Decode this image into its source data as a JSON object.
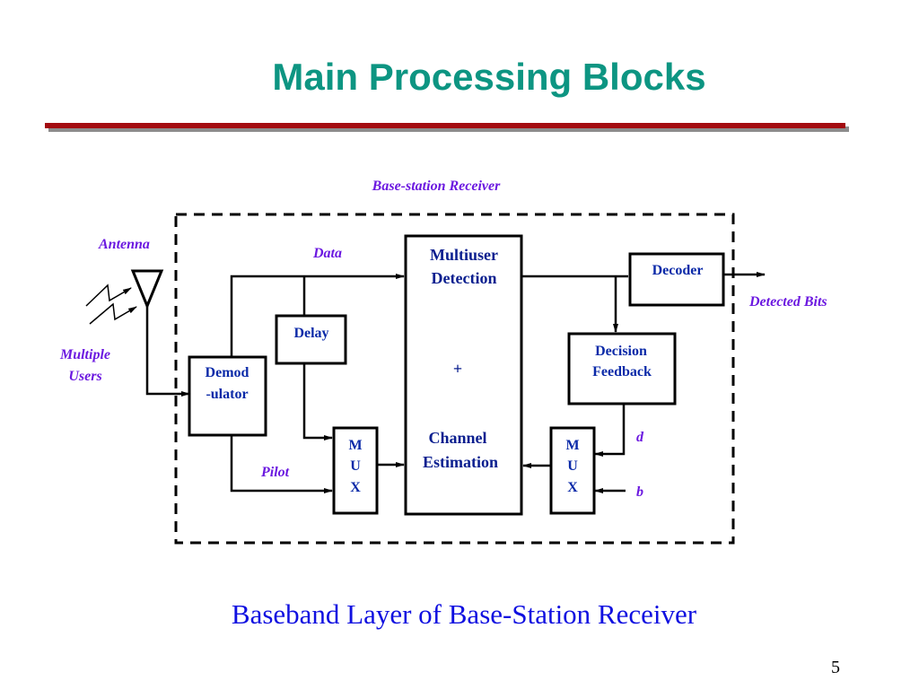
{
  "slide": {
    "title": "Main Processing Blocks",
    "caption": "Baseband Layer of Base-Station Receiver",
    "page_number": "5",
    "colors": {
      "title": "#0d9582",
      "rule": "#a30b10",
      "label": "#6b18e0",
      "block_text": "#0b2aa8",
      "caption": "#1010e0"
    }
  },
  "diagram": {
    "container_label": "Base-station Receiver",
    "labels": {
      "antenna": "Antenna",
      "multiple_users_1": "Multiple",
      "multiple_users_2": "Users",
      "data": "Data",
      "pilot": "Pilot",
      "detected_bits": "Detected Bits",
      "d": "d",
      "b": "b"
    },
    "blocks": {
      "demodulator": [
        "Demod",
        "-ulator"
      ],
      "delay": "Delay",
      "mux_left": [
        "M",
        "U",
        "X"
      ],
      "mud": [
        "Multiuser",
        "Detection"
      ],
      "plus": "+",
      "channel_est": [
        "Channel",
        "Estimation"
      ],
      "decoder": "Decoder",
      "decision_feedback": [
        "Decision",
        "Feedback"
      ],
      "mux_right": [
        "M",
        "U",
        "X"
      ]
    }
  }
}
